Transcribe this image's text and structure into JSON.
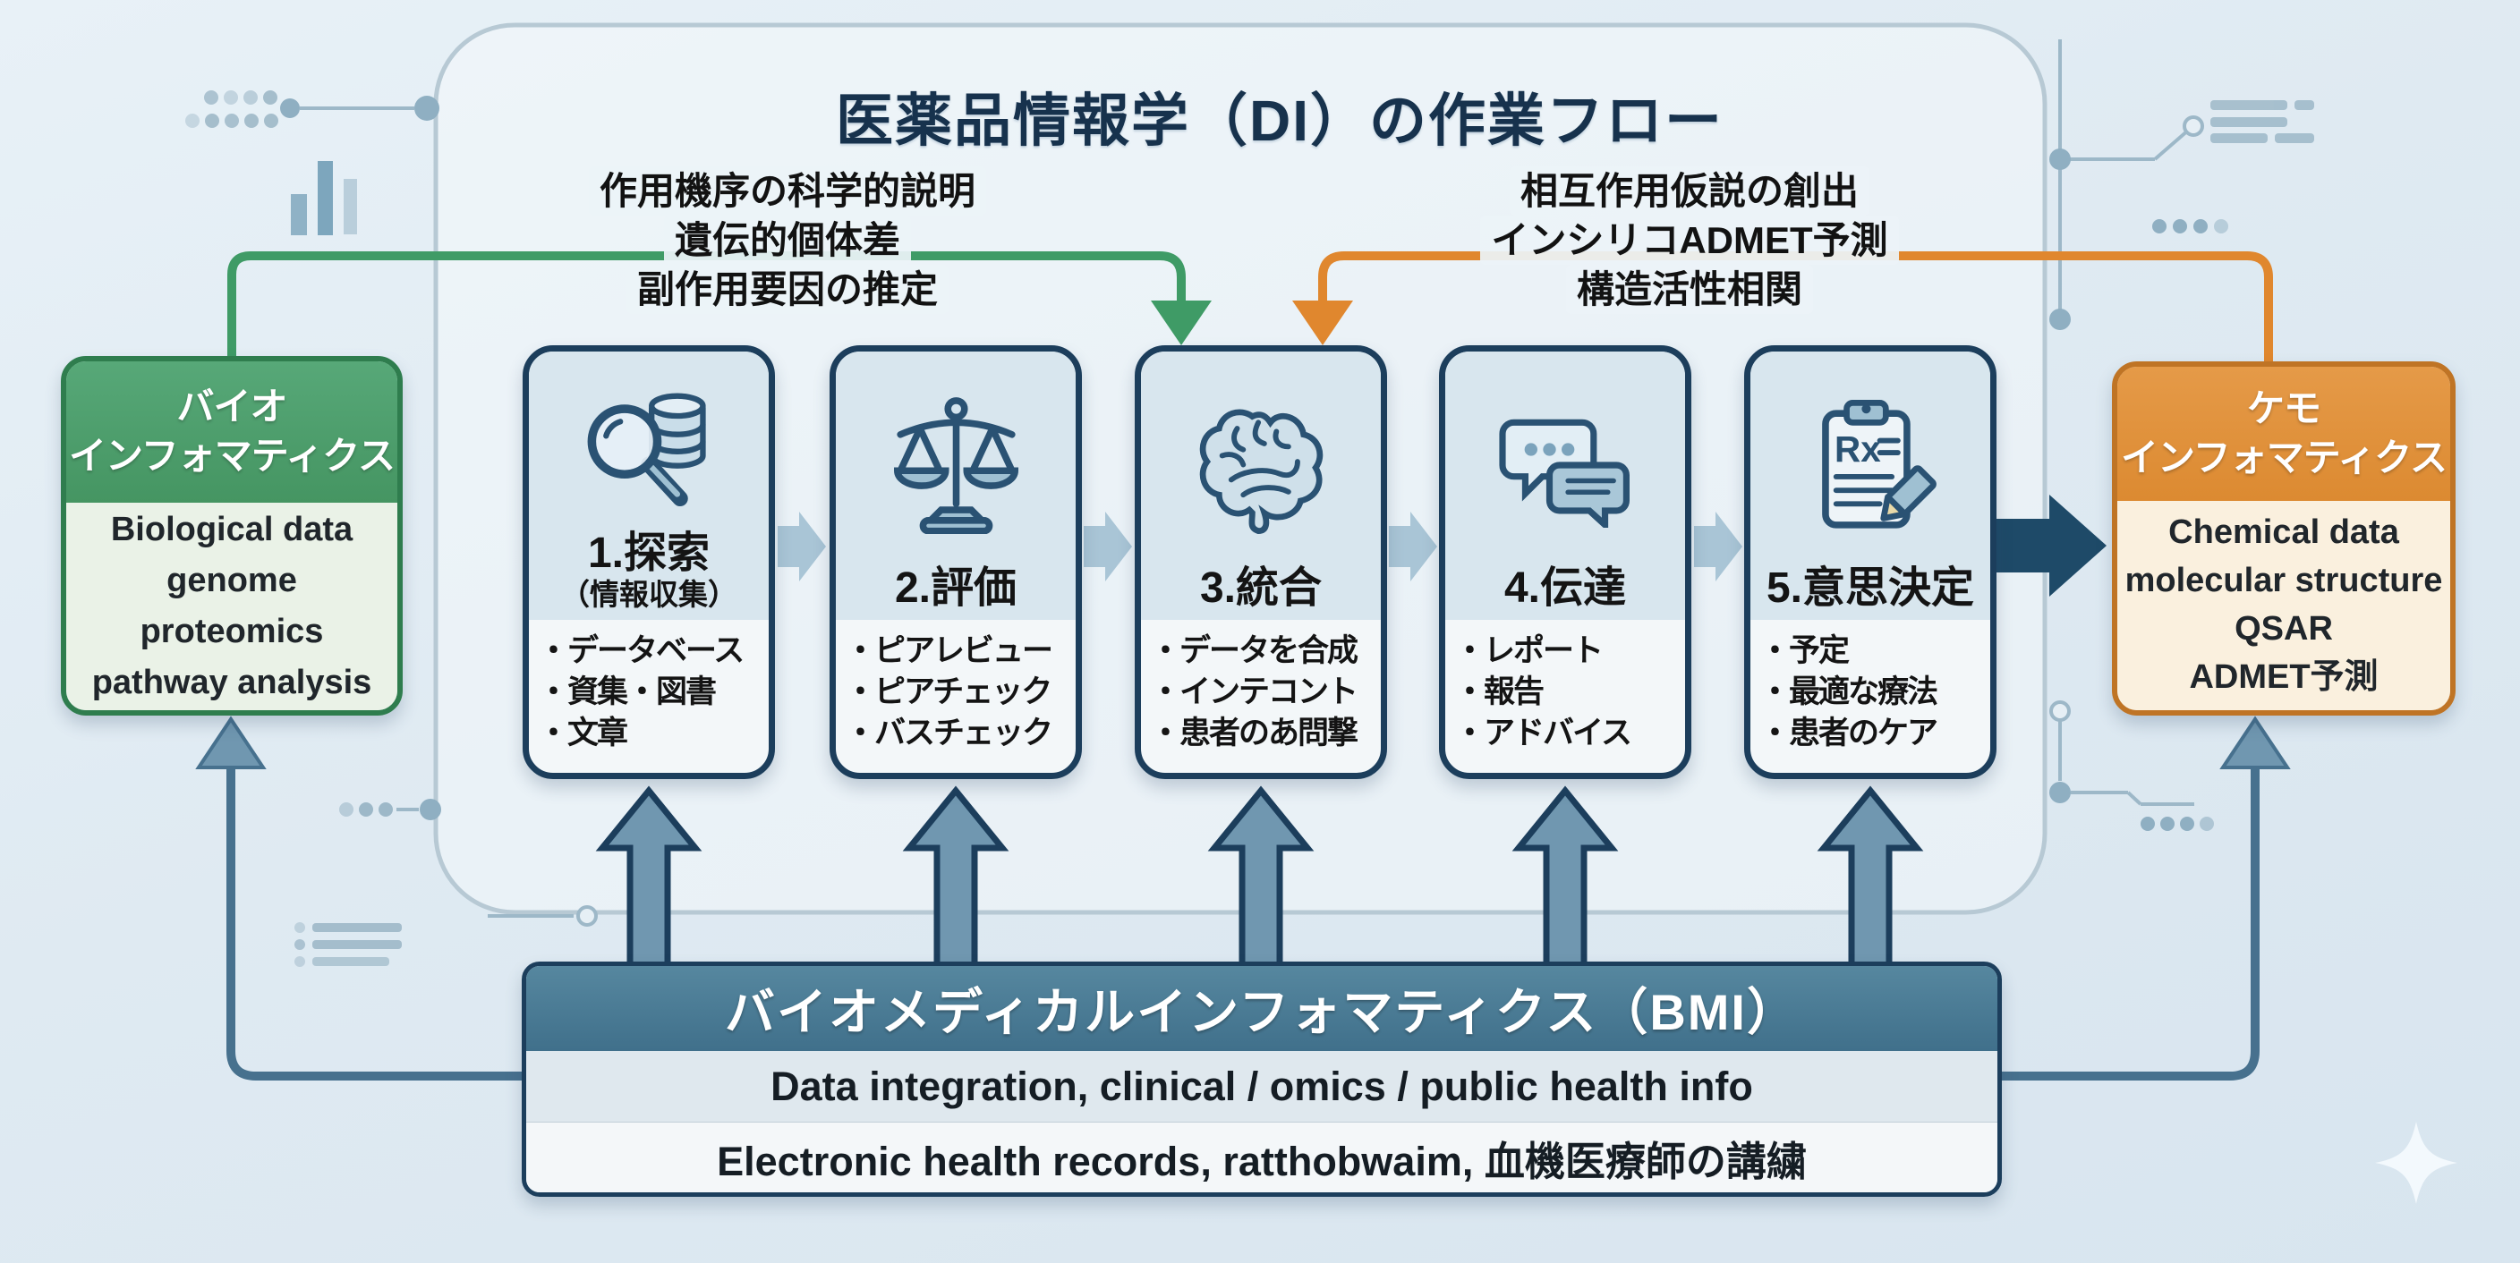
{
  "title": "医薬品情報学（DI）の作業フロー",
  "annotations": {
    "left": {
      "lines": [
        "作用機序の科学的説明",
        "遺伝的個体差",
        "副作用要因の推定"
      ]
    },
    "right": {
      "lines": [
        "相互作用仮説の創出",
        "インシリコADMET予測",
        "構造活性相関"
      ]
    }
  },
  "bio_box": {
    "title_lines": [
      "バイオ",
      "インフォマティクス"
    ],
    "body_lines": [
      "Biological data",
      "genome",
      "proteomics",
      "pathway analysis"
    ]
  },
  "chemo_box": {
    "title_lines": [
      "ケモ",
      "インフォマティクス"
    ],
    "body_lines": [
      "Chemical data",
      "molecular structure",
      "QSAR",
      "ADMET予測"
    ]
  },
  "steps": [
    {
      "title": "1.探索",
      "subtitle": "（情報収集）",
      "icon": "magnifier-database-icon",
      "bullets": [
        "・データベース",
        "・資集・図書",
        "・文章"
      ]
    },
    {
      "title": "2.評価",
      "subtitle": "",
      "icon": "balance-scale-icon",
      "bullets": [
        "・ピアレビュー",
        "・ピアチェック",
        "・バスチェック"
      ]
    },
    {
      "title": "3.統合",
      "subtitle": "",
      "icon": "brain-icon",
      "bullets": [
        "・データを合成",
        "・インテコント",
        "・患者のあ問撃"
      ]
    },
    {
      "title": "4.伝達",
      "subtitle": "",
      "icon": "chat-bubbles-icon",
      "bullets": [
        "・レポート",
        "・報告",
        "・アドバイス"
      ]
    },
    {
      "title": "5.意思決定",
      "subtitle": "",
      "icon": "clipboard-rx-icon",
      "bullets": [
        "・予定",
        "・最適な療法",
        "・患者のケア"
      ]
    }
  ],
  "bmi_box": {
    "title": "バイオメディカルインフォマティクス（BMI）",
    "rows": [
      "Data integration,  clinical / omics / public health info",
      "Electronic health records,  ratthobwaim,  血機医療師の講繍"
    ]
  },
  "colors": {
    "background": "#dfe9f1",
    "navy": "#1c3e5c",
    "steel_blue": "#4a7b99",
    "light_blue_panel": "#d8e6ee",
    "green_accent": "#3f9b66",
    "green_header": "#4d9e6d",
    "orange_accent": "#e0872e",
    "orange_header": "#e0913d",
    "bmi_header": "#4a7b96"
  }
}
